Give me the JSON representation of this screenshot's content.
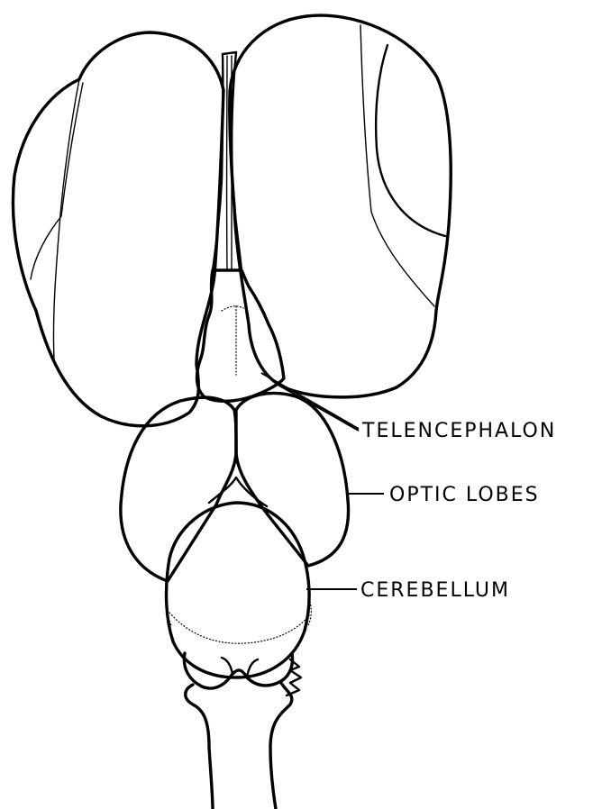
{
  "labels": {
    "telencephalon": "TELENCEPHALON",
    "optic_lobes": "OPTIC LOBES",
    "cerebellum": "CEREBELLUM"
  },
  "colors": {
    "ink": "#000000",
    "paper": "#ffffff"
  }
}
